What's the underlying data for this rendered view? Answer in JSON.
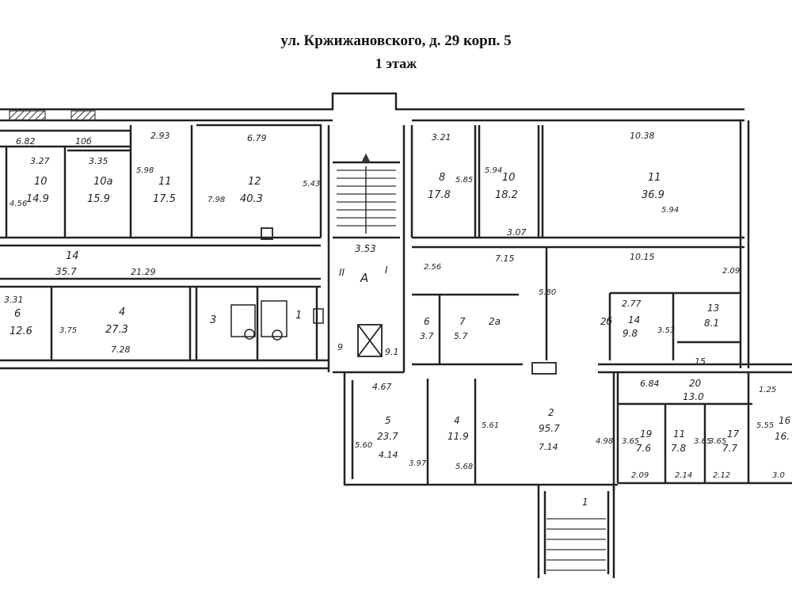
{
  "header": {
    "address": "ул. Кржижановского, д. 29 корп. 5",
    "floor": "1 этаж"
  },
  "labels": {
    "w682": "6.82",
    "w106": "10б",
    "w327": "3.27",
    "w335": "3.35",
    "w293": "2.93",
    "w679": "6.79",
    "w321": "3.21",
    "w1038": "10.38",
    "r10": "10",
    "r10a": "10а",
    "r11": "11",
    "r12": "12",
    "r8": "8",
    "r10b": "10",
    "r11b": "11",
    "a149": "14.9",
    "a159": "15.9",
    "a175": "17.5",
    "a403": "40.3",
    "a178": "17.8",
    "a182": "18.2",
    "a369": "36.9",
    "v456": "4.56",
    "v598": "5.98",
    "v798": "7.98",
    "v543": "5.43",
    "v585": "5.85",
    "v594": "5.94",
    "v594b": "5.94",
    "r14": "14",
    "a357": "35.7",
    "l2129": "21.29",
    "a353": "3.53",
    "rA": "А",
    "rII": "II",
    "rI": "I",
    "l256": "2.56",
    "l715": "7.15",
    "l307": "3.07",
    "l1015": "10.15",
    "v580": "5.80",
    "v209": "2.09",
    "l331": "3.31",
    "r6": "6",
    "a126": "12.6",
    "r4": "4",
    "a273": "27.3",
    "v375": "3.75",
    "l728": "7.28",
    "r3": "3",
    "r1": "1",
    "r9": "9",
    "r91": "9.1",
    "r6b": "6",
    "a37": "3.7",
    "r7": "7",
    "a57": "5.7",
    "r2a": "2а",
    "r2b": "2б",
    "l277": "2.77",
    "r14b": "14",
    "a98": "9.8",
    "v353": "3.53",
    "r13": "13",
    "a81": "8.1",
    "r15": "15",
    "l467": "4.67",
    "r5": "5",
    "a237": "23.7",
    "l414": "4.14",
    "v560": "5.60",
    "v397": "3.97",
    "r4b": "4",
    "a119": "11.9",
    "l568": "5.68",
    "v561": "5.61",
    "r2": "2",
    "a957": "95.7",
    "l714": "7.14",
    "v498": "4.98",
    "l684": "6.84",
    "r20": "20",
    "a130": "13.0",
    "v125": "1.25",
    "v555": "5.55",
    "r16": "16",
    "a16": "16.",
    "v365": "3.65",
    "r19": "19",
    "a76": "7.6",
    "l209": "2.09",
    "r11c": "11",
    "a78": "7.8",
    "v365b": "3.65",
    "l214": "2.14",
    "v365c": "3.65",
    "r17": "17",
    "a77": "7.7",
    "l212": "2.12",
    "l30": "3.0",
    "r1b": "1"
  }
}
